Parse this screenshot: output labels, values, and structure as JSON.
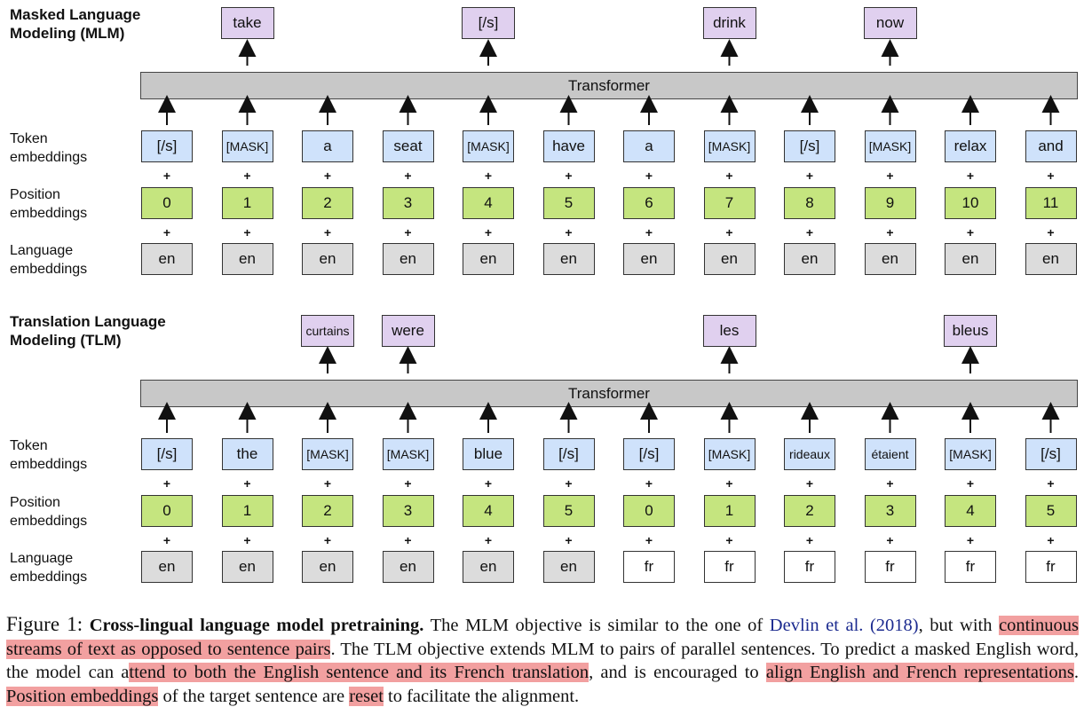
{
  "mlm": {
    "title_line1": "Masked Language",
    "title_line2": "Modeling (MLM)",
    "outputs": [
      {
        "col": 1,
        "text": "take"
      },
      {
        "col": 4,
        "text": "[/s]"
      },
      {
        "col": 7,
        "text": "drink"
      },
      {
        "col": 9,
        "text": "now"
      }
    ],
    "transformer_label": "Transformer",
    "token_label_1": "Token",
    "token_label_2": "embeddings",
    "position_label_1": "Position",
    "position_label_2": "embeddings",
    "language_label_1": "Language",
    "language_label_2": "embeddings",
    "tokens": [
      "[/s]",
      "[MASK]",
      "a",
      "seat",
      "[MASK]",
      "have",
      "a",
      "[MASK]",
      "[/s]",
      "[MASK]",
      "relax",
      "and"
    ],
    "positions": [
      "0",
      "1",
      "2",
      "3",
      "4",
      "5",
      "6",
      "7",
      "8",
      "9",
      "10",
      "11"
    ],
    "languages": [
      "en",
      "en",
      "en",
      "en",
      "en",
      "en",
      "en",
      "en",
      "en",
      "en",
      "en",
      "en"
    ]
  },
  "tlm": {
    "title_line1": "Translation Language",
    "title_line2": "Modeling (TLM)",
    "outputs": [
      {
        "col": 2,
        "text": "curtains"
      },
      {
        "col": 3,
        "text": "were"
      },
      {
        "col": 7,
        "text": "les"
      },
      {
        "col": 10,
        "text": "bleus"
      }
    ],
    "transformer_label": "Transformer",
    "token_label_1": "Token",
    "token_label_2": "embeddings",
    "position_label_1": "Position",
    "position_label_2": "embeddings",
    "language_label_1": "Language",
    "language_label_2": "embeddings",
    "tokens": [
      "[/s]",
      "the",
      "[MASK]",
      "[MASK]",
      "blue",
      "[/s]",
      "[/s]",
      "[MASK]",
      "rideaux",
      "étaient",
      "[MASK]",
      "[/s]"
    ],
    "positions": [
      "0",
      "1",
      "2",
      "3",
      "4",
      "5",
      "0",
      "1",
      "2",
      "3",
      "4",
      "5"
    ],
    "languages": [
      "en",
      "en",
      "en",
      "en",
      "en",
      "en",
      "fr",
      "fr",
      "fr",
      "fr",
      "fr",
      "fr"
    ]
  },
  "plus_sign": "+",
  "caption": {
    "fig_label": "Figure 1:",
    "bold_title": "Cross-lingual language model pretraining.",
    "t1": "The MLM objective is similar to the one of",
    "cite_author": "Devlin et al.",
    "cite_year": "(2018)",
    "t2": ", but with",
    "h1": "continuous streams of text as opposed to sentence pairs",
    "t3": ". The TLM objective extends MLM to pairs of parallel sentences. To predict a masked English word, the model can a",
    "h2": "ttend to both the English sentence and its French translation",
    "t4": ", and is encouraged to",
    "h3": "align English and French representations",
    "t5": ".",
    "h4": "Position embeddings",
    "t6": "of the target sentence are",
    "h5": "reset",
    "t7": "to facilitate the alignment."
  },
  "colors": {
    "token": "#cfe2fb",
    "position": "#c5e57f",
    "language_en": "#dcdcdc",
    "language_fr": "#ffffff",
    "output": "#e0d0ef",
    "transformer": "#c8c8c8",
    "highlight": "#f2a0a0",
    "citation": "#1b2a8f"
  }
}
